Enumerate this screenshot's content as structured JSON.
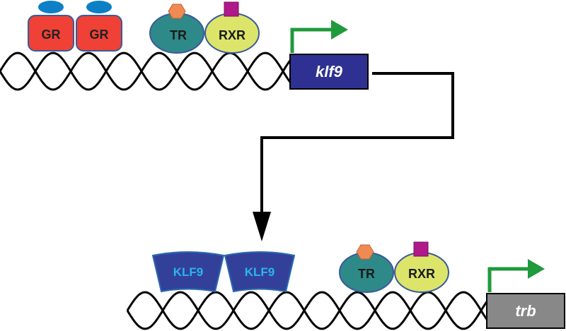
{
  "top_strand": {
    "proteins": {
      "gr_left": "GR",
      "gr_right": "GR",
      "tr": "TR",
      "rxr": "RXR"
    },
    "gene": "klf9"
  },
  "bottom_strand": {
    "proteins": {
      "klf9_left": "KLF9",
      "klf9_right": "KLF9",
      "tr": "TR",
      "rxr": "RXR"
    },
    "gene": "trb"
  },
  "colors": {
    "dna": "#000000",
    "gr": "#ef4136",
    "gr_ligand": "#0d7fc6",
    "tr": "#2e8a88",
    "tr_ligand": "#f08a55",
    "rxr": "#dce56a",
    "rxr_ligand": "#b0198a",
    "klf9": "#33409a",
    "klf9_text": "#29b6f0",
    "klf9_gene": "#2e3192",
    "trb_gene": "#888888",
    "promoter_arrow": "#1f9a3c"
  }
}
